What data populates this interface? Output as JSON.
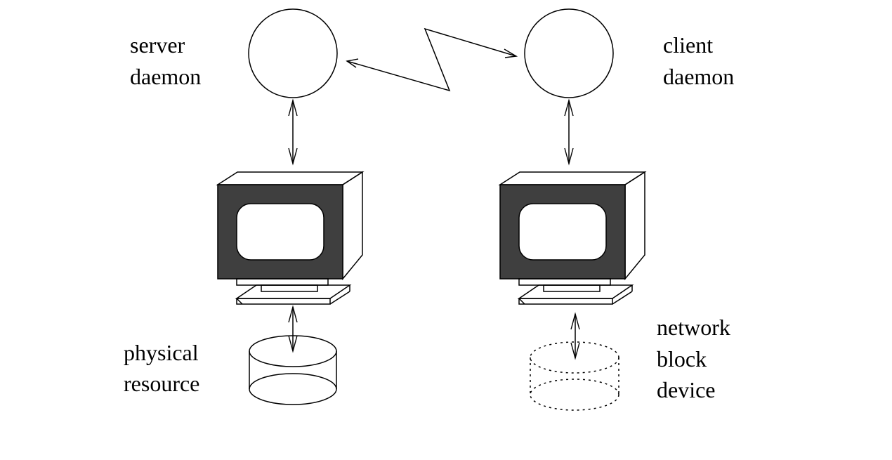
{
  "labels": {
    "server": [
      "server",
      "daemon"
    ],
    "client": [
      "client",
      "daemon"
    ],
    "physical": [
      "physical",
      "resource"
    ],
    "network": [
      "network",
      "block",
      "device"
    ]
  },
  "colors": {
    "screen_bezel": "#3f3f3f",
    "line": "#000000",
    "background": "#ffffff"
  }
}
